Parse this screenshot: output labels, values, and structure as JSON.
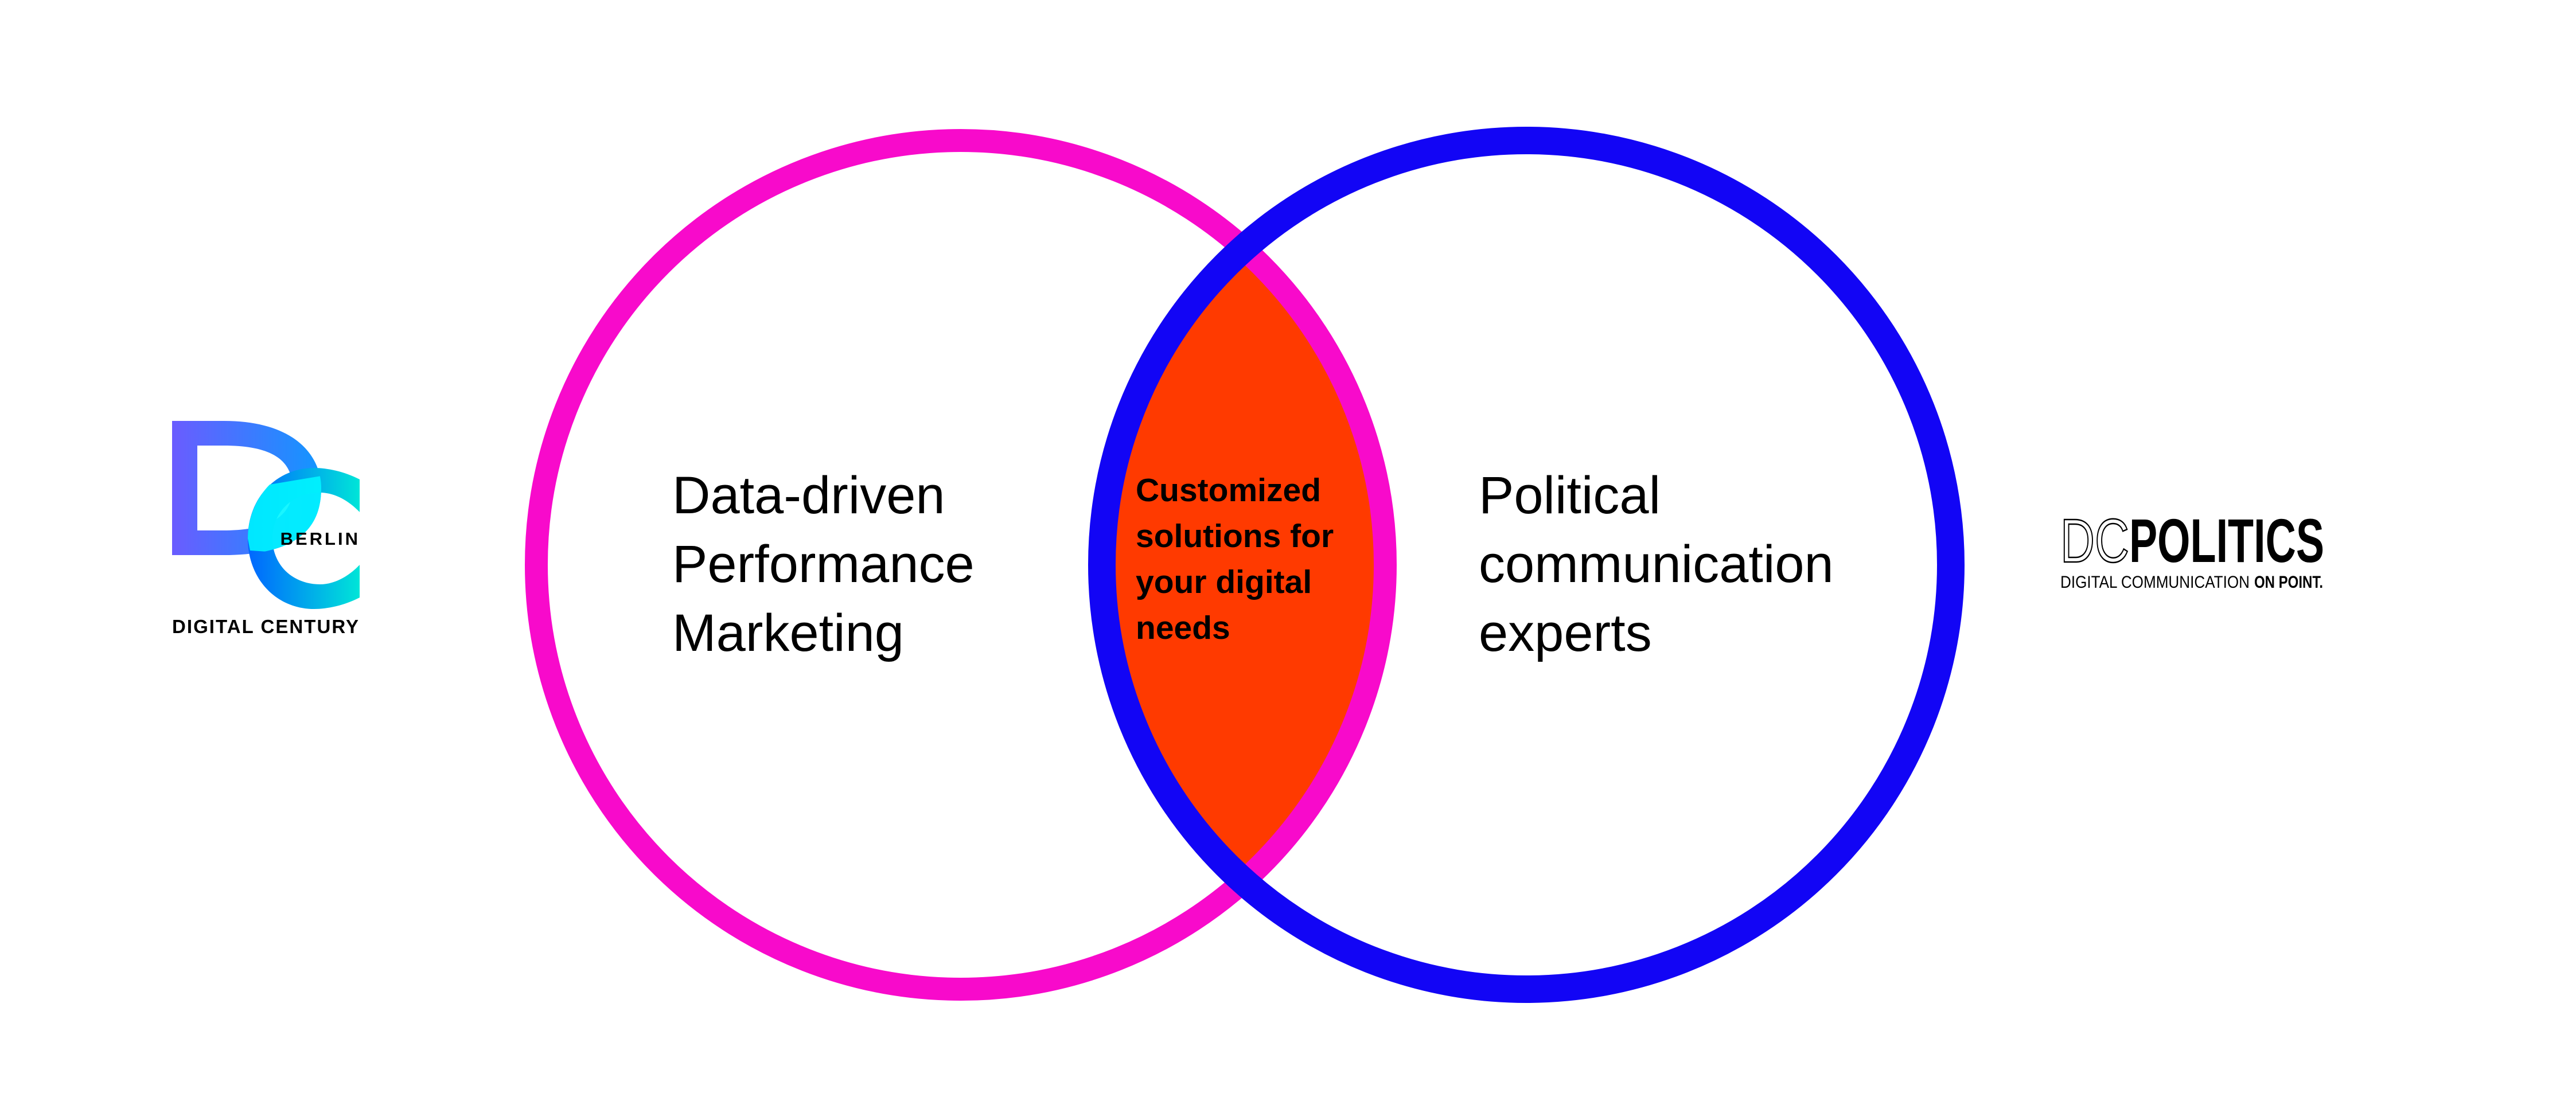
{
  "colors": {
    "left_circle": "#F80ACB",
    "right_circle": "#1205F5",
    "overlap": "#FF3A00",
    "text": "#000000"
  },
  "left_logo": {
    "monogram": "DC",
    "city": "BERLIN",
    "name": "DIGITAL CENTURY"
  },
  "right_logo": {
    "dc": "DC",
    "brand": "POLITICS",
    "tagline_regular": "DIGITAL COMMUNICATION",
    "tagline_bold": "ON POINT."
  },
  "left_circle": {
    "lines": [
      "Data-driven",
      "Performance",
      "Marketing"
    ]
  },
  "overlap": {
    "lines": [
      "Customized",
      "solutions for",
      "your digital",
      "needs"
    ]
  },
  "right_circle": {
    "lines": [
      "Political",
      "communication",
      "experts"
    ]
  }
}
